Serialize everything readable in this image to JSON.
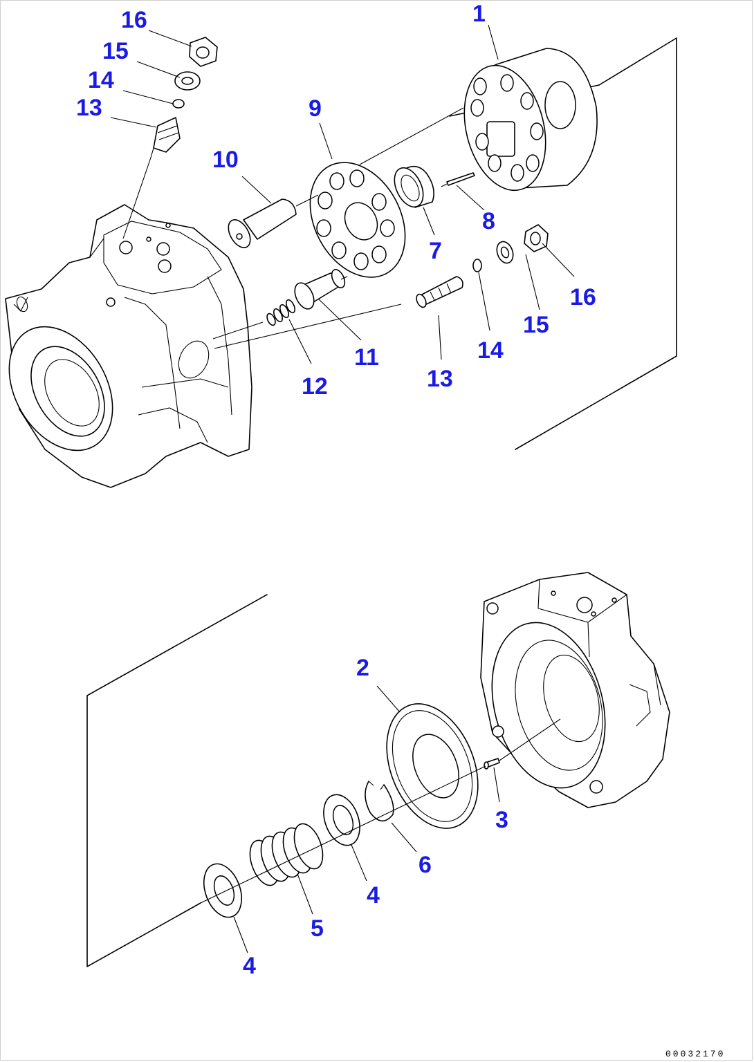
{
  "callouts": {
    "top": {
      "c1": "1",
      "c7": "7",
      "c8": "8",
      "c9": "9",
      "c10": "10",
      "c11": "11",
      "c12": "12",
      "c13a": "13",
      "c13b": "13",
      "c14a": "14",
      "c14b": "14",
      "c15a": "15",
      "c15b": "15",
      "c16a": "16",
      "c16b": "16"
    },
    "bottom": {
      "c2": "2",
      "c3": "3",
      "c4a": "4",
      "c4b": "4",
      "c5": "5",
      "c6": "6"
    }
  },
  "drawing_code": "00032170",
  "colors": {
    "callout": "#1a1ae6",
    "line": "#000000",
    "background": "#ffffff"
  }
}
